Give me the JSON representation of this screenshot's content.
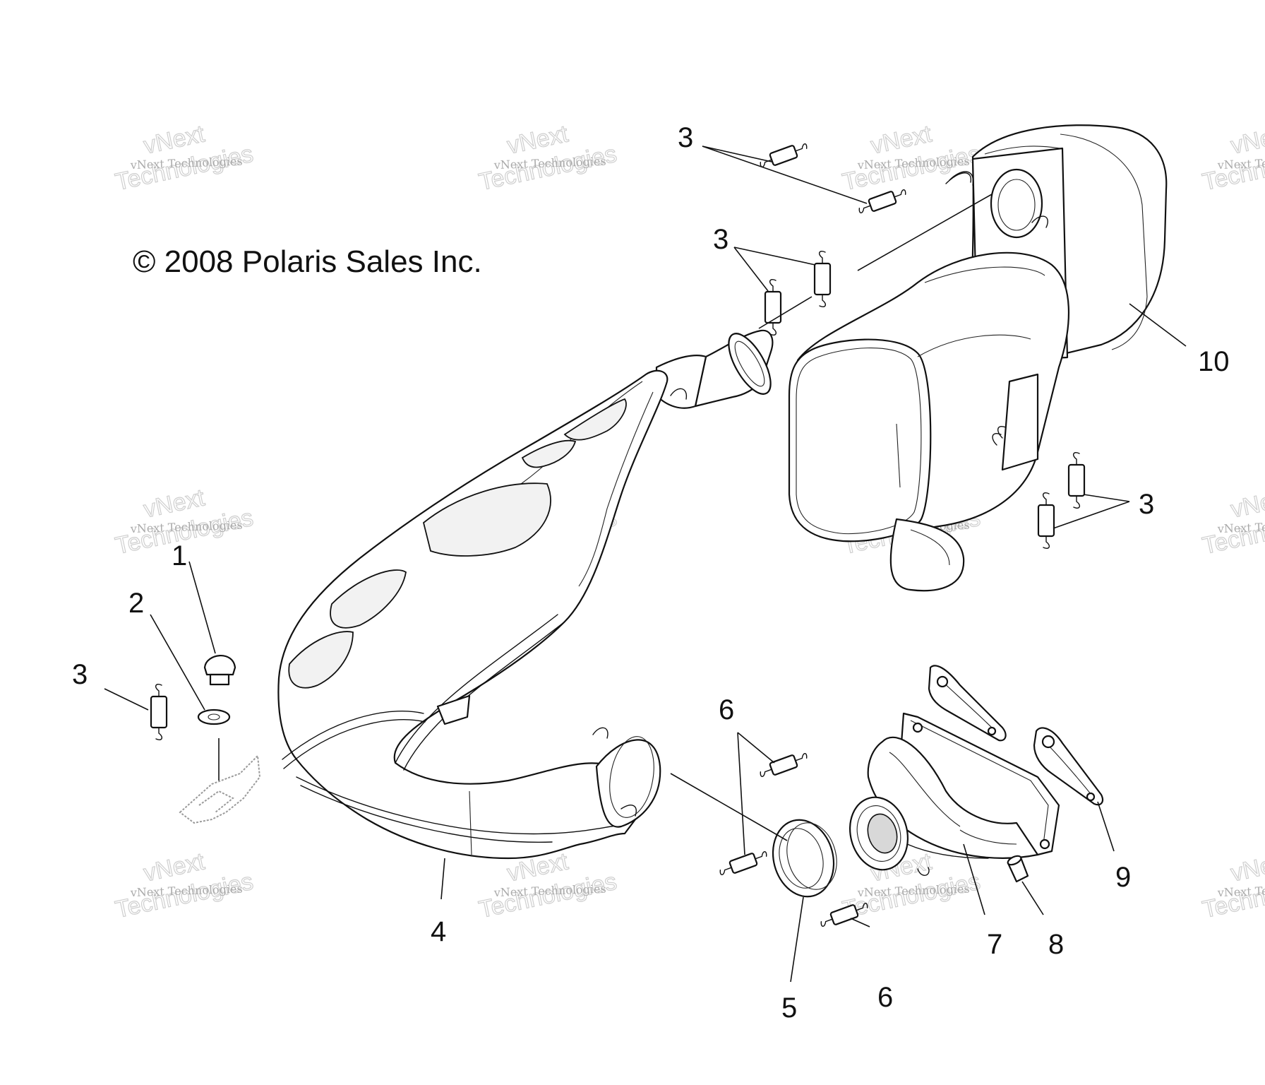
{
  "copyright": "© 2008 Polaris Sales Inc.",
  "watermark": {
    "small": "vNext Technologies",
    "line1": "vNext",
    "line2": "Technologies"
  },
  "callouts": {
    "c1": "1",
    "c2": "2",
    "c3": "3",
    "c4": "4",
    "c5": "5",
    "c6": "6",
    "c7": "7",
    "c8": "8",
    "c9": "9",
    "c10": "10"
  }
}
